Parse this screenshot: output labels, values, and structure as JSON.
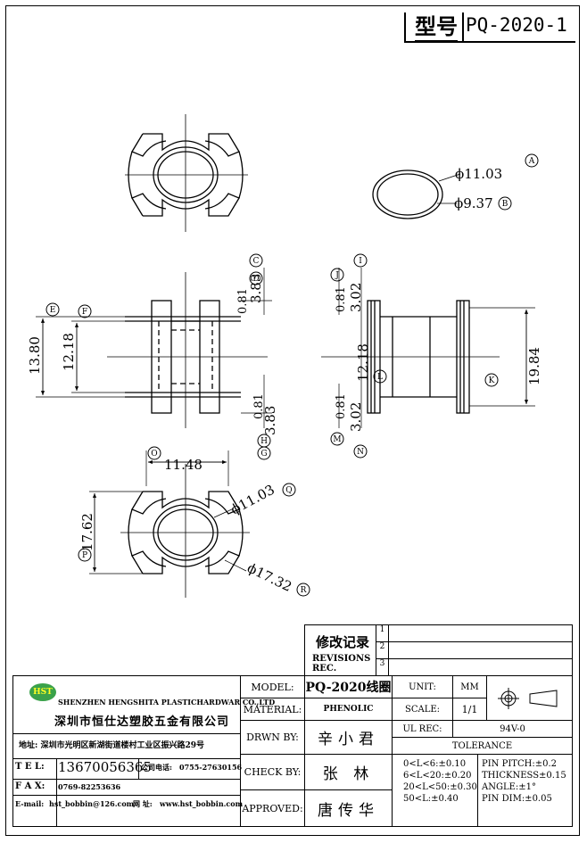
{
  "header": {
    "model_label": "型号",
    "model_value": "PQ-2020-1"
  },
  "dimensions": {
    "a": "ϕ11.03",
    "a_tag": "A",
    "b": "ϕ9.37",
    "b_tag": "B",
    "c": "3.83",
    "c_tag": "C",
    "d": "0.81",
    "d_tag": "D",
    "e": "13.80",
    "e_tag": "E",
    "f": "12.18",
    "f_tag": "F",
    "g": "3.83",
    "g_tag": "G",
    "h": "0.81",
    "h_tag": "H",
    "i": "3.02",
    "i_tag": "I",
    "j": "0.81",
    "j_tag": "J",
    "k": "19.84",
    "k_tag": "K",
    "l": "12.18",
    "l_tag": "L",
    "m": "0.81",
    "m_tag": "M",
    "n": "3.02",
    "n_tag": "N",
    "o": "11.48",
    "o_tag": "O",
    "p": "17.62",
    "p_tag": "P",
    "q": "ϕ11.03",
    "q_tag": "Q",
    "r": "ϕ17.32",
    "r_tag": "R"
  },
  "revisions": {
    "title_cn": "修改记录",
    "title_en": "REVISIONS REC.",
    "marks": [
      "1",
      "2",
      "3"
    ]
  },
  "company": {
    "logo": "HST",
    "name_en": "SHENZHEN HENGSHITA PLASTICHARDWAR CO.,LTD",
    "name_cn": "深圳市恒仕达塑胶五金有限公司",
    "address": "地址: 深圳市光明区新湖街道楼村工业区振兴路29号",
    "tel_label": "T E L:",
    "tel": "13670056365",
    "company_tel_label": "公司电话:",
    "company_tel": "0755-27630156",
    "fax_label": "F A X:",
    "fax": "0769-82253636",
    "email_label": "E-mail:",
    "email": "hst_bobbin@126.com",
    "web_label": "网 址:",
    "web": "www.hst_bobbin.com"
  },
  "titleblock": {
    "model_label": "MODEL:",
    "model_value": "PQ-2020线圈",
    "material_label": "MATERIAL:",
    "material_value": "PHENOLIC",
    "drawn_label": "DRWN BY:",
    "drawn_value": "辛小君",
    "check_label": "CHECK BY:",
    "check_value": "张 林",
    "approved_label": "APPROVED:",
    "approved_value": "唐传华",
    "unit_label": "UNIT:",
    "unit_value": "MM",
    "scale_label": "SCALE:",
    "scale_value": "1/1",
    "ul_label": "UL REC:",
    "ul_value": "94V-0",
    "tolerance_label": "TOLERANCE",
    "tol_left": [
      "0<L<6:±0.10",
      "6<L<20:±0.20",
      "20<L<50:±0.30",
      "50<L:±0.40"
    ],
    "tol_right": [
      "PIN PITCH:±0.2",
      "THICKNESS±0.15",
      "ANGLE:±1°",
      "PIN DIM:±0.05"
    ]
  }
}
